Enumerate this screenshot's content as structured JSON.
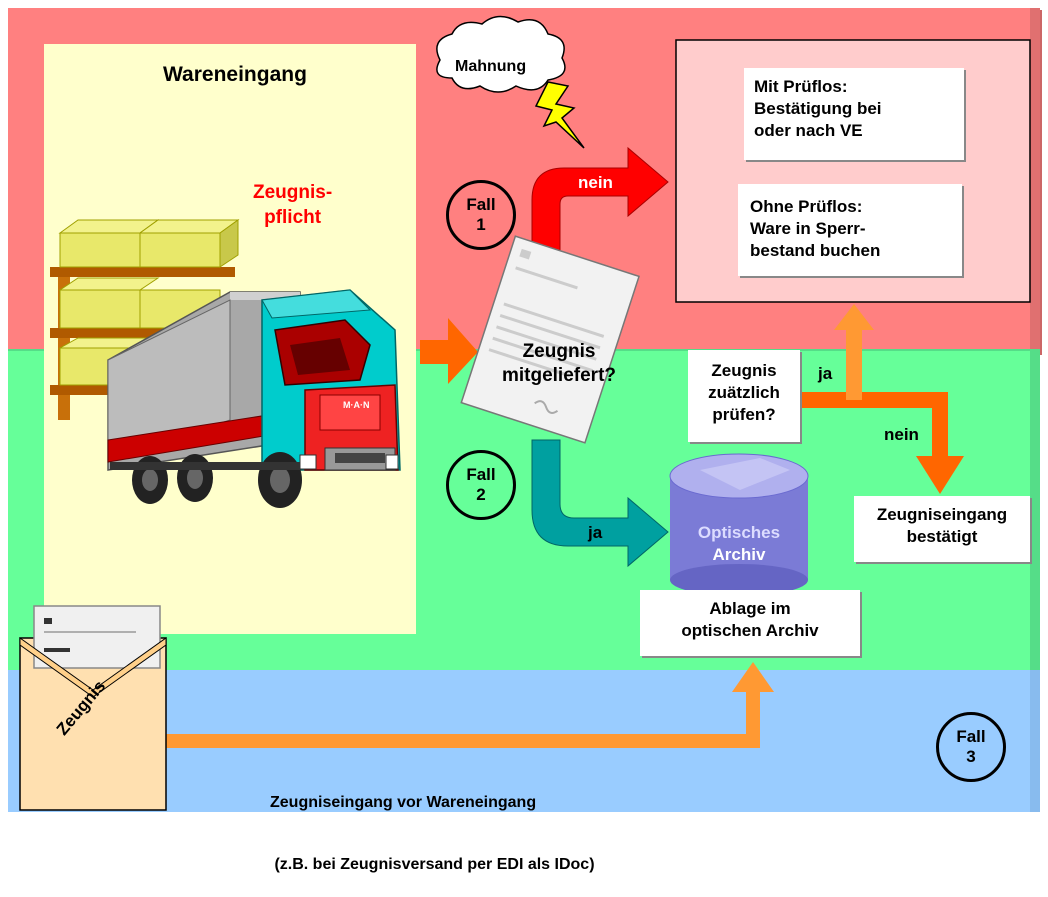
{
  "diagram": {
    "wareneingang_title": "Wareneingang",
    "zeugnispflicht": [
      "Zeugnis-",
      "pflicht"
    ],
    "mahnung": "Mahnung",
    "fall1": [
      "Fall",
      "1"
    ],
    "fall2": [
      "Fall",
      "2"
    ],
    "fall3": [
      "Fall",
      "3"
    ],
    "nein_top": "nein",
    "ja_bottom": "ja",
    "ja_right": "ja",
    "nein_right": "nein",
    "zeugnis_mitgeliefert": [
      "Zeugnis",
      "mitgeliefert?"
    ],
    "mit_prueflos": [
      "Mit Prüflos:",
      "Bestätigung bei",
      "oder nach VE"
    ],
    "ohne_prueflos": [
      "Ohne Prüflos:",
      "Ware in Sperr-",
      "bestand buchen"
    ],
    "zusaetzlich_pruefen": [
      "Zeugnis",
      "zuätzlich",
      "prüfen?"
    ],
    "zeugniseingang_bestaetigt": [
      "Zeugniseingang",
      "bestätigt"
    ],
    "optisches_archiv": [
      "Optisches",
      "Archiv"
    ],
    "ablage": [
      "Ablage im",
      "optischen Archiv"
    ],
    "envelope_label": "Zeugnis",
    "bottom_text": [
      "Zeugniseingang vor Wareneingang",
      " (z.B. bei Zeugnisversand per EDI als IDoc)"
    ],
    "truck_logo": "M·A·N"
  },
  "colors": {
    "top_band": "#ff8080",
    "middle_band": "#66ff99",
    "bottom_band": "#99ccff",
    "warehouse_panel": "#ffffcc",
    "right_panel": "#ffcccc",
    "orange_arrow": "#ff6600",
    "light_orange_arrow": "#ff9933",
    "red_arrow": "#ff0000",
    "teal_arrow": "#00a0a0",
    "archive": "#7b7bd6",
    "zeugnispflicht_text": "#ff0000"
  }
}
